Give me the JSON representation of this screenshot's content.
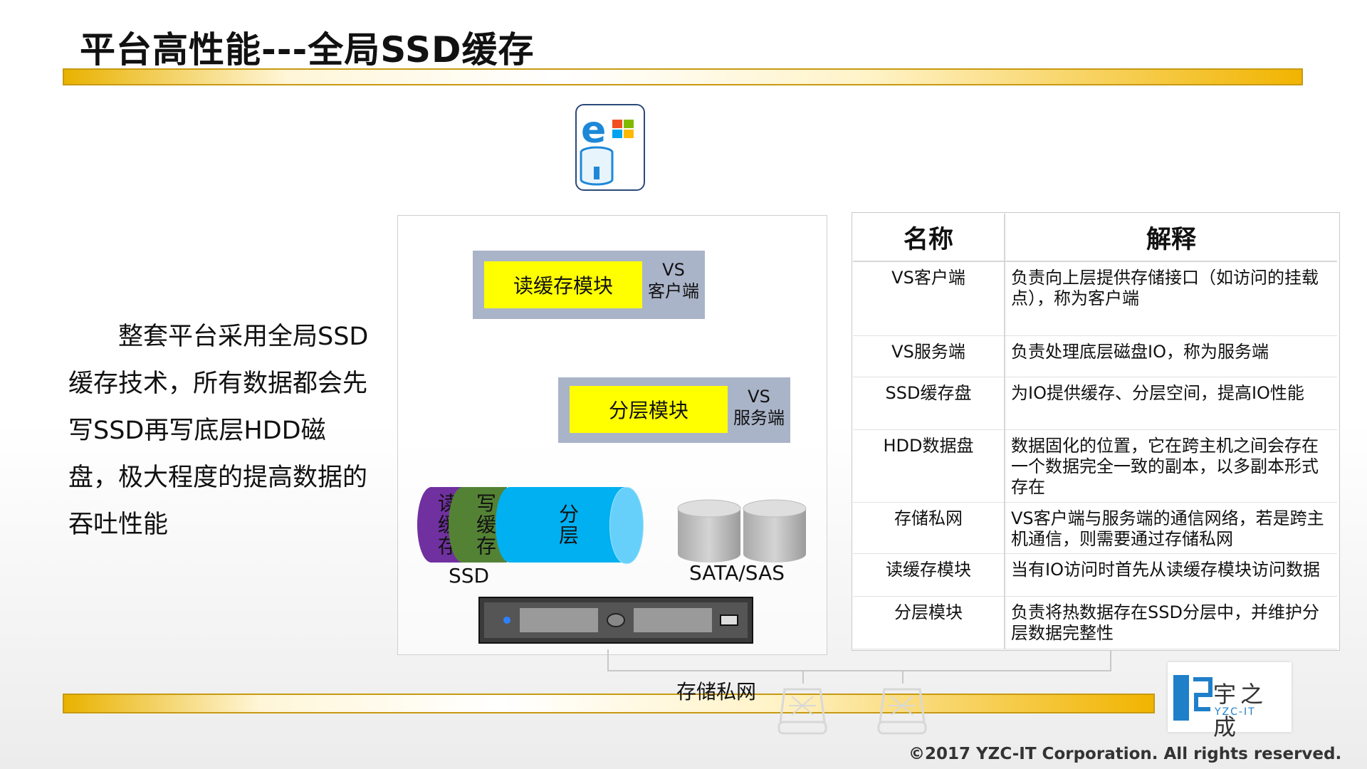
{
  "slide": {
    "title": "平台高性能---全局SSD缓存",
    "intro_text": "整套平台采用全局SSD缓存技术，所有数据都会先写SSD再写底层HDD磁盘，极大程度的提高数据的吞吐性能"
  },
  "diagram": {
    "read_cache_module": "读缓存模块",
    "vs_client": [
      "VS",
      "客户端"
    ],
    "tier_module": "分层模块",
    "vs_server": [
      "VS",
      "服务端"
    ],
    "ssd_segments": [
      {
        "label": "读缓存",
        "color": "#7030a0"
      },
      {
        "label": "写缓存",
        "color": "#548235"
      },
      {
        "label": "分层",
        "color": "#00b0f0"
      }
    ],
    "ssd_label": "SSD",
    "hdd_label": "SATA/SAS",
    "network_label": "存储私网"
  },
  "table": {
    "headers": [
      "名称",
      "解释"
    ],
    "rows": [
      {
        "name": "VS客户端",
        "desc": "负责向上层提供存储接口（如访问的挂载点），称为客户端"
      },
      {
        "name": "VS服务端",
        "desc": "负责处理底层磁盘IO，称为服务端"
      },
      {
        "name": "SSD缓存盘",
        "desc": "为IO提供缓存、分层空间，提高IO性能"
      },
      {
        "name": "HDD数据盘",
        "desc": "数据固化的位置，它在跨主机之间会存在一个数据完全一致的副本，以多副本形式存在"
      },
      {
        "name": "存储私网",
        "desc": "VS客户端与服务端的通信网络，若是跨主机通信，则需要通过存储私网"
      },
      {
        "name": "读缓存模块",
        "desc": "当有IO访问时首先从读缓存模块访问数据"
      },
      {
        "name": "分层模块",
        "desc": "负责将热数据存在SSD分层中，并维护分层数据完整性"
      }
    ]
  },
  "logo": {
    "chinese": "宇之成",
    "english": "YZC-IT"
  },
  "footer": {
    "copyright": "©2017 YZC-IT Corporation. All rights reserved."
  },
  "colors": {
    "accent_gold": "#e9b200",
    "highlight_yellow": "#ffff00",
    "module_gray": "#aab4c8"
  }
}
